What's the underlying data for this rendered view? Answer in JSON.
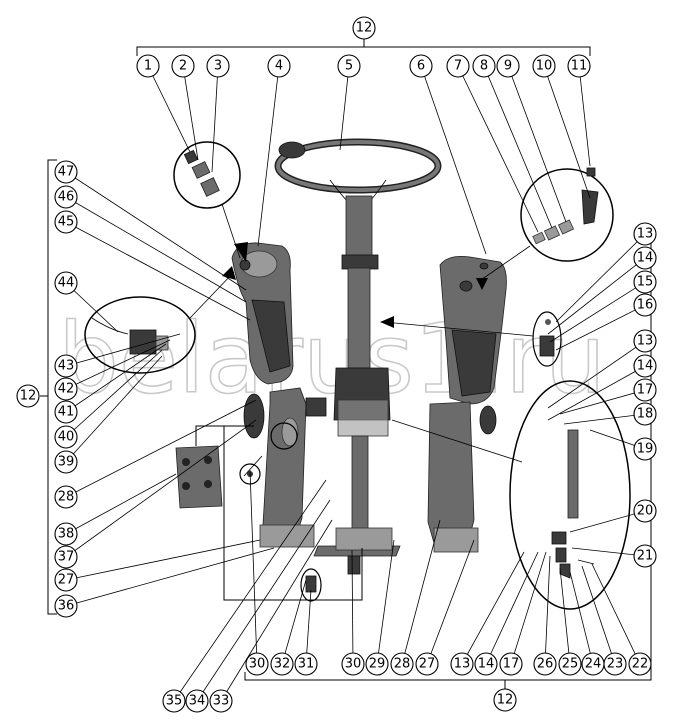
{
  "watermark": "belarus1.ru",
  "assembly_label": "12",
  "callouts": [
    "1",
    "2",
    "3",
    "4",
    "5",
    "6",
    "7",
    "8",
    "9",
    "10",
    "11",
    "13",
    "14",
    "15",
    "16",
    "13",
    "14",
    "17",
    "18",
    "19",
    "20",
    "21",
    "47",
    "46",
    "45",
    "44",
    "43",
    "42",
    "41",
    "40",
    "39",
    "28",
    "38",
    "37",
    "27",
    "36",
    "30",
    "32",
    "31",
    "30",
    "29",
    "28",
    "27",
    "13",
    "14",
    "17",
    "26",
    "25",
    "24",
    "23",
    "22",
    "35",
    "34",
    "33"
  ],
  "bracket_labels": {
    "top": "12",
    "left": "12",
    "bottom": "12"
  }
}
